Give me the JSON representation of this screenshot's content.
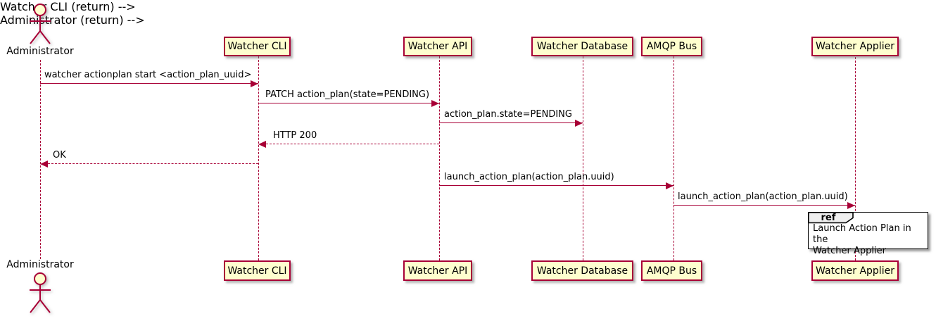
{
  "diagram": {
    "type": "sequence-diagram",
    "participants": [
      {
        "name": "Administrator",
        "kind": "actor"
      },
      {
        "name": "Watcher CLI",
        "kind": "participant"
      },
      {
        "name": "Watcher API",
        "kind": "participant"
      },
      {
        "name": "Watcher Database",
        "kind": "participant"
      },
      {
        "name": "AMQP Bus",
        "kind": "participant"
      },
      {
        "name": "Watcher Applier",
        "kind": "participant"
      }
    ],
    "messages": [
      {
        "from": "Administrator",
        "to": "Watcher CLI",
        "text": "watcher actionplan start <action_plan_uuid>",
        "line": "solid"
      },
      {
        "from": "Watcher CLI",
        "to": "Watcher API",
        "text": "PATCH action_plan(state=PENDING)",
        "line": "solid"
      },
      {
        "from": "Watcher API",
        "to": "Watcher Database",
        "text": "action_plan.state=PENDING",
        "line": "solid"
      },
      {
        "from": "Watcher API",
        "to": "Watcher CLI",
        "text": "HTTP 200",
        "line": "dashed"
      },
      {
        "from": "Watcher CLI",
        "to": "Administrator",
        "text": "OK",
        "line": "dashed"
      },
      {
        "from": "Watcher API",
        "to": "AMQP Bus",
        "text": "launch_action_plan(action_plan.uuid)",
        "line": "solid"
      },
      {
        "from": "AMQP Bus",
        "to": "Watcher Applier",
        "text": "launch_action_plan(action_plan.uuid)",
        "line": "solid"
      }
    ],
    "ref_fragment": {
      "keyword": "ref",
      "over": "Watcher Applier",
      "text": "Launch Action Plan in the\nWatcher Applier"
    },
    "colors": {
      "participant_fill": "#FEFECE",
      "participant_border": "#A80036",
      "arrow": "#A80036",
      "lifeline": "#A80036",
      "text": "#000000",
      "ref_border": "#000000",
      "ref_header_fill": "#EEEEEE",
      "background": "#FFFFFF"
    }
  }
}
